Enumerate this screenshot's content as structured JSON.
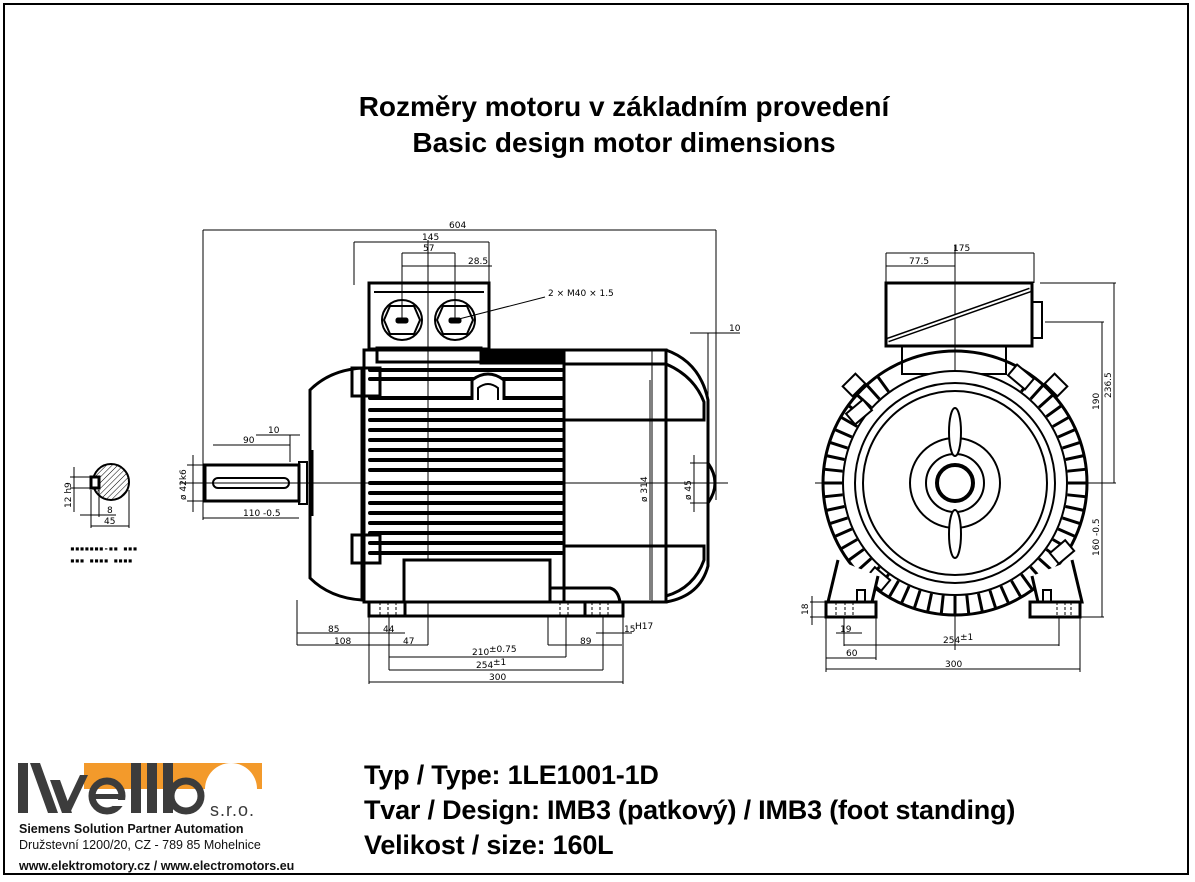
{
  "title": {
    "line1": "Rozměry motoru v základním provedení",
    "line2": "Basic design motor dimensions"
  },
  "colors": {
    "logo_orange": "#f39a2b",
    "logo_dark": "#3c3c3c",
    "line": "#000000"
  },
  "side_view": {
    "dims": {
      "overall_length": "604",
      "terminal_box_width": "145",
      "gland_spacing": "57",
      "box_offset": "28.5",
      "cable_glands": "2 × M40 × 1.5",
      "fan_cover_offset": "10",
      "shaft_key_offset": "10",
      "shaft_key_length": "90",
      "shaft_diameter": "ø 42k6",
      "shaft_length": "110 -0.5",
      "body_diameter": "ø 314",
      "fan_hub_diameter": "ø 45",
      "dim_85": "85",
      "dim_44": "44",
      "dim_108": "108",
      "dim_47": "47",
      "dim_89": "89",
      "hole_15": "15",
      "hole_tol": "H17",
      "foot_210_val": "210",
      "foot_210_tol": "±0.75",
      "foot_254_val": "254",
      "foot_254_tol": "±1",
      "foot_300": "300"
    }
  },
  "shaft_section": {
    "key_height": "12 h9",
    "key_depth": "8",
    "section_width": "45",
    "note_line1": "▪▪▪▪▪▪▪-▪▪ ▪▪▪",
    "note_line2": "▪▪▪ ▪▪▪▪ ▪▪▪▪"
  },
  "end_view": {
    "dims": {
      "box_width": "175",
      "box_offset": "77.5",
      "height_236": "236.5",
      "height_190": "190",
      "shaft_height": "160 -0.5",
      "foot_thickness": "18",
      "hole_diameter": "19",
      "foot_width": "60",
      "foot_spacing_val": "254",
      "foot_spacing_tol": "±1",
      "overall_width": "300"
    }
  },
  "company": {
    "logo_text": "Kvellb",
    "suffix": "s.r.o.",
    "tagline": "Siemens Solution Partner Automation",
    "address": "Družstevní 1200/20, CZ - 789 85 Mohelnice",
    "web": "www.elektromotory.cz / www.electromotors.eu"
  },
  "motor_info": {
    "type": "Typ / Type: 1LE1001-1D",
    "design": "Tvar / Design: IMB3 (patkový) / IMB3 (foot standing)",
    "size": "Velikost / size: 160L"
  }
}
